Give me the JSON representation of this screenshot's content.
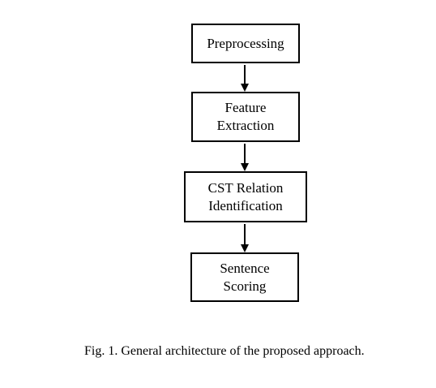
{
  "diagram": {
    "steps": [
      {
        "lines": [
          "Preprocessing"
        ]
      },
      {
        "lines": [
          "Feature",
          "Extraction"
        ]
      },
      {
        "lines": [
          "CST Relation",
          "Identification"
        ]
      },
      {
        "lines": [
          "Sentence",
          "Scoring"
        ]
      }
    ],
    "caption": "Fig. 1. General architecture of the proposed approach."
  }
}
